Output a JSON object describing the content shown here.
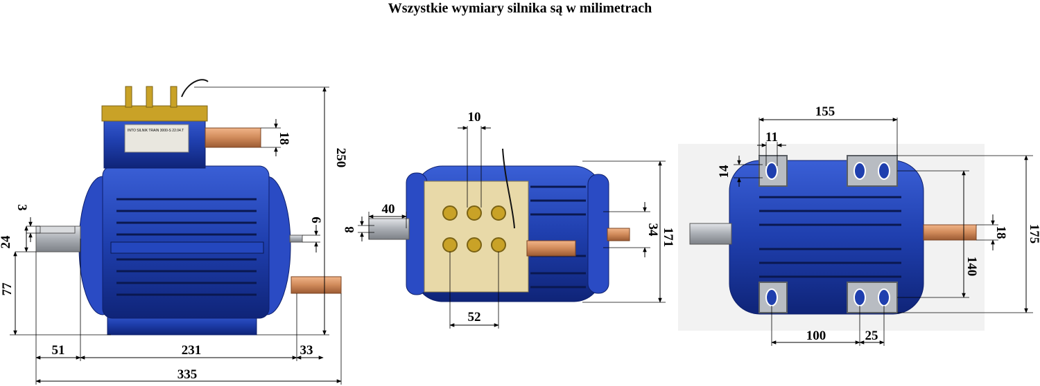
{
  "title": "Wszystkie wymiary silnika są w milimetrach",
  "colors": {
    "motor_blue": "#1f3fae",
    "motor_dark": "#0d1f6b",
    "brass": "#c9a227",
    "copper": "#d08a5a",
    "steel": "#b8bcc2",
    "plate": "#e8d9a8"
  },
  "views": {
    "side": {
      "label_250": "250",
      "label_18": "18",
      "label_3": "3",
      "label_24": "24",
      "label_6": "6",
      "label_77": "77",
      "label_51": "51",
      "label_231": "231",
      "label_33": "33",
      "label_335": "335",
      "plate_text": "INTO SILNIK TRAIN 3000-S 22.04.T"
    },
    "top": {
      "label_10": "10",
      "label_40": "40",
      "label_8": "8",
      "label_34": "34",
      "label_171": "171",
      "label_52": "52"
    },
    "bottom": {
      "label_155": "155",
      "label_11": "11",
      "label_14": "14",
      "label_175": "175",
      "label_18": "18",
      "label_140": "140",
      "label_100": "100",
      "label_25": "25"
    }
  }
}
